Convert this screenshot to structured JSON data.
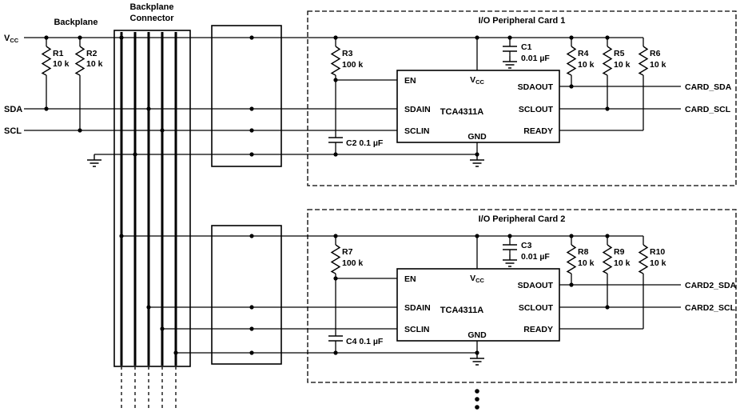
{
  "backplane": {
    "label": "Backplane",
    "connector_label": {
      "line1": "Backplane",
      "line2": "Connector"
    },
    "nets": {
      "vcc_main": "V",
      "vcc_sub": "CC",
      "sda": "SDA",
      "scl": "SCL"
    },
    "r1": {
      "ref": "R1",
      "value": "10 k"
    },
    "r2": {
      "ref": "R2",
      "value": "10 k"
    }
  },
  "card1": {
    "title": "I/O Peripheral Card 1",
    "r3": {
      "ref": "R3",
      "value": "100 k"
    },
    "r4": {
      "ref": "R4",
      "value": "10 k"
    },
    "r5": {
      "ref": "R5",
      "value": "10 k"
    },
    "r6": {
      "ref": "R6",
      "value": "10 k"
    },
    "c1": {
      "ref": "C1",
      "value": "0.01 µF"
    },
    "c2": {
      "label": "C2 0.1 µF"
    },
    "ic": {
      "part": "TCA4311A",
      "pin_en": "EN",
      "pin_sdain": "SDAIN",
      "pin_sclin": "SCLIN",
      "pin_sdaout": "SDAOUT",
      "pin_sclout": "SCLOUT",
      "pin_ready": "READY",
      "pin_vcc_main": "V",
      "pin_vcc_sub": "CC",
      "pin_gnd": "GND"
    },
    "outputs": {
      "sda": "CARD_SDA",
      "scl": "CARD_SCL"
    }
  },
  "card2": {
    "title": "I/O Peripheral Card 2",
    "r7": {
      "ref": "R7",
      "value": "100 k"
    },
    "r8": {
      "ref": "R8",
      "value": "10 k"
    },
    "r9": {
      "ref": "R9",
      "value": "10 k"
    },
    "r10": {
      "ref": "R10",
      "value": "10 k"
    },
    "c3": {
      "ref": "C3",
      "value": "0.01 µF"
    },
    "c4": {
      "label": "C4 0.1 µF"
    },
    "ic": {
      "part": "TCA4311A",
      "pin_en": "EN",
      "pin_sdain": "SDAIN",
      "pin_sclin": "SCLIN",
      "pin_sdaout": "SDAOUT",
      "pin_sclout": "SCLOUT",
      "pin_ready": "READY",
      "pin_vcc_main": "V",
      "pin_vcc_sub": "CC",
      "pin_gnd": "GND"
    },
    "outputs": {
      "sda": "CARD2_SDA",
      "scl": "CARD2_SCL"
    }
  }
}
